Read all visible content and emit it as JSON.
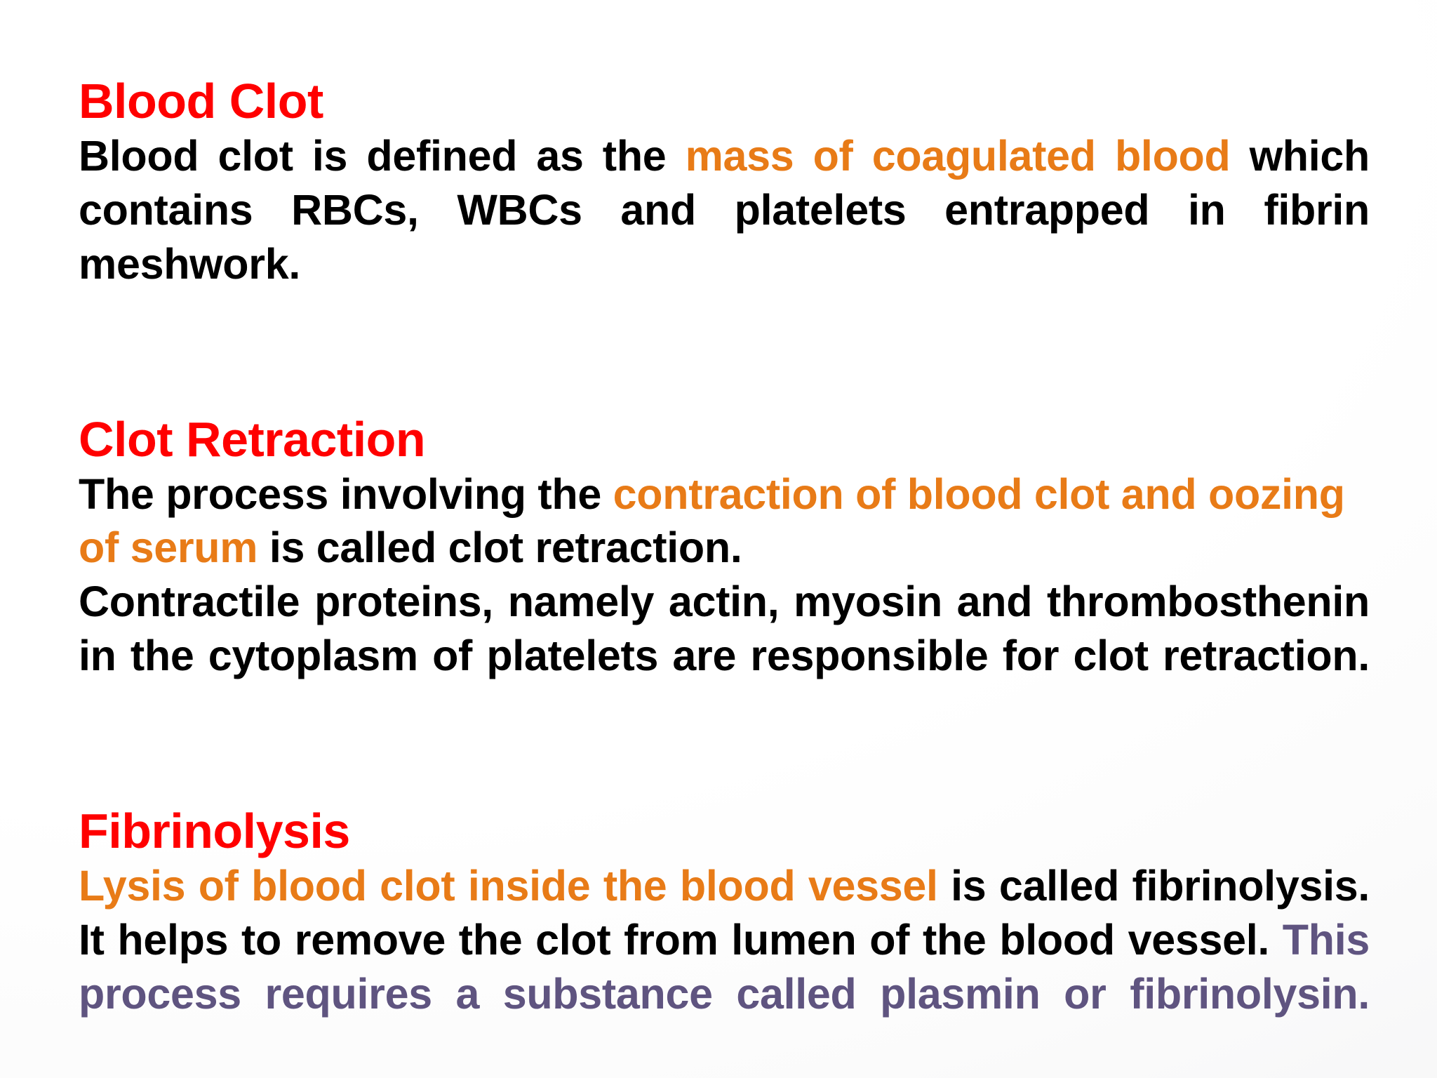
{
  "slide": {
    "background_color": "#FFFFFF",
    "heading_color": "#FF0000",
    "highlight_orange": "#E87B17",
    "highlight_purple": "#5F5480",
    "body_color": "#000000"
  },
  "sections": [
    {
      "id": "blood-clot",
      "heading": "Blood Clot",
      "paragraphs": [
        {
          "runs": [
            {
              "text": "Blood clot is defined as the ",
              "color": "black"
            },
            {
              "text": "mass of coagulated blood",
              "color": "orange"
            },
            {
              "text": " which contains RBCs, WBCs and platelets entrapped in fibrin meshwork.",
              "color": "black"
            }
          ]
        }
      ]
    },
    {
      "id": "clot-retraction",
      "heading": "Clot Retraction",
      "paragraphs": [
        {
          "runs": [
            {
              "text": "The process involving the ",
              "color": "black"
            },
            {
              "text": "contraction of blood clot and oozing of serum",
              "color": "orange"
            },
            {
              "text": " is called clot retraction.",
              "color": "black"
            }
          ]
        },
        {
          "runs": [
            {
              "text": "Contractile proteins, namely actin, myosin and thrombosthenin in the cytoplasm of platelets are responsible for clot retraction.",
              "color": "black"
            }
          ]
        }
      ]
    },
    {
      "id": "fibrinolysis",
      "heading": "Fibrinolysis",
      "paragraphs": [
        {
          "runs": [
            {
              "text": "Lysis of blood clot inside the blood vessel",
              "color": "orange"
            },
            {
              "text": " is called fibrinolysis. It helps to remove the clot from lumen of the blood vessel. ",
              "color": "black"
            },
            {
              "text": "This process requires a substance called plasmin or fibrinolysin.",
              "color": "purple"
            }
          ]
        }
      ]
    }
  ]
}
